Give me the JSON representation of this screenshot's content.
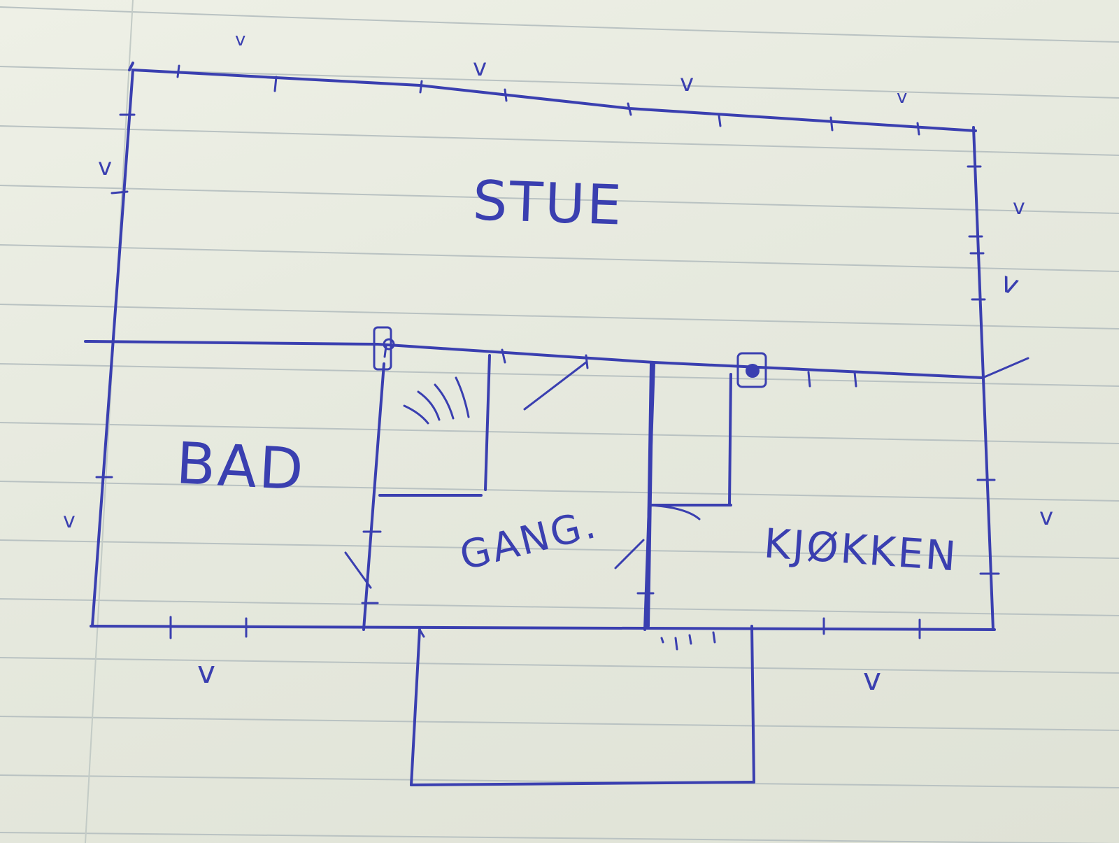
{
  "rooms": {
    "stue": "STUE",
    "bad": "BAD",
    "gang": "GANG.",
    "kjokken": "KJØKKEN"
  },
  "marks": {
    "check": "v"
  },
  "icons": {
    "sockets": [
      "socket-icon",
      "socket-icon"
    ]
  },
  "colors": {
    "ink": "#3a3fb0",
    "paper": "#e8eae0",
    "rule": "#b9c2c2"
  }
}
